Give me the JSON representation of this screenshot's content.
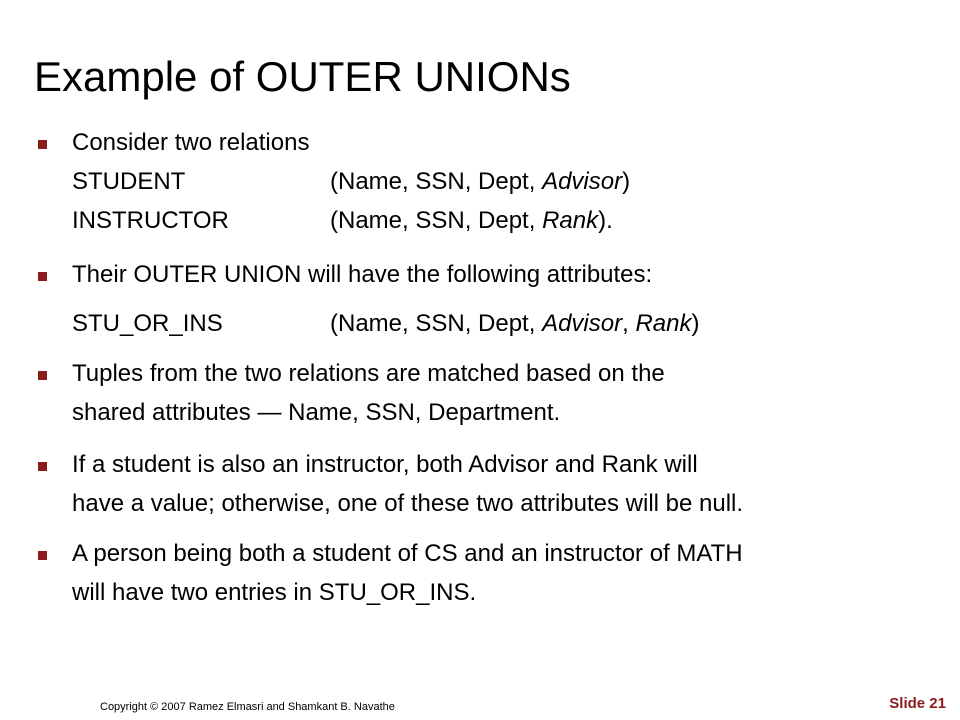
{
  "slide": {
    "title": "Example of OUTER UNIONs",
    "accent_color": "#8b1a1a",
    "bullets": [
      {
        "text": "Consider two relations",
        "relations": [
          {
            "name": "STUDENT",
            "attrs_prefix": "(Name, SSN, Dept, ",
            "attrs_italic": "Advisor",
            "attrs_suffix": ")"
          },
          {
            "name": "INSTRUCTOR",
            "attrs_prefix": "(Name, SSN, Dept, ",
            "attrs_italic": "Rank",
            "attrs_suffix": ")."
          }
        ]
      },
      {
        "text": "Their OUTER UNION will have the following attributes:",
        "relation": {
          "name": "STU_OR_INS",
          "attrs_prefix": "(Name, SSN, Dept, ",
          "attrs_italic_1": "Advisor",
          "attrs_mid": ", ",
          "attrs_italic_2": "Rank",
          "attrs_suffix": ")"
        }
      },
      {
        "lines": [
          "Tuples from the two relations are matched based on the",
          "shared attributes — Name, SSN, Department."
        ]
      },
      {
        "lines": [
          "If a student is also an instructor, both Advisor and Rank will",
          "have a value; otherwise, one of these two attributes will be null."
        ]
      },
      {
        "lines": [
          "A person being both a student of CS and an instructor of MATH",
          "will have two entries in STU_OR_INS."
        ]
      }
    ],
    "footer": {
      "copyright": "Copyright © 2007 Ramez Elmasri and Shamkant B. Navathe",
      "slide_number": "Slide 21"
    }
  }
}
